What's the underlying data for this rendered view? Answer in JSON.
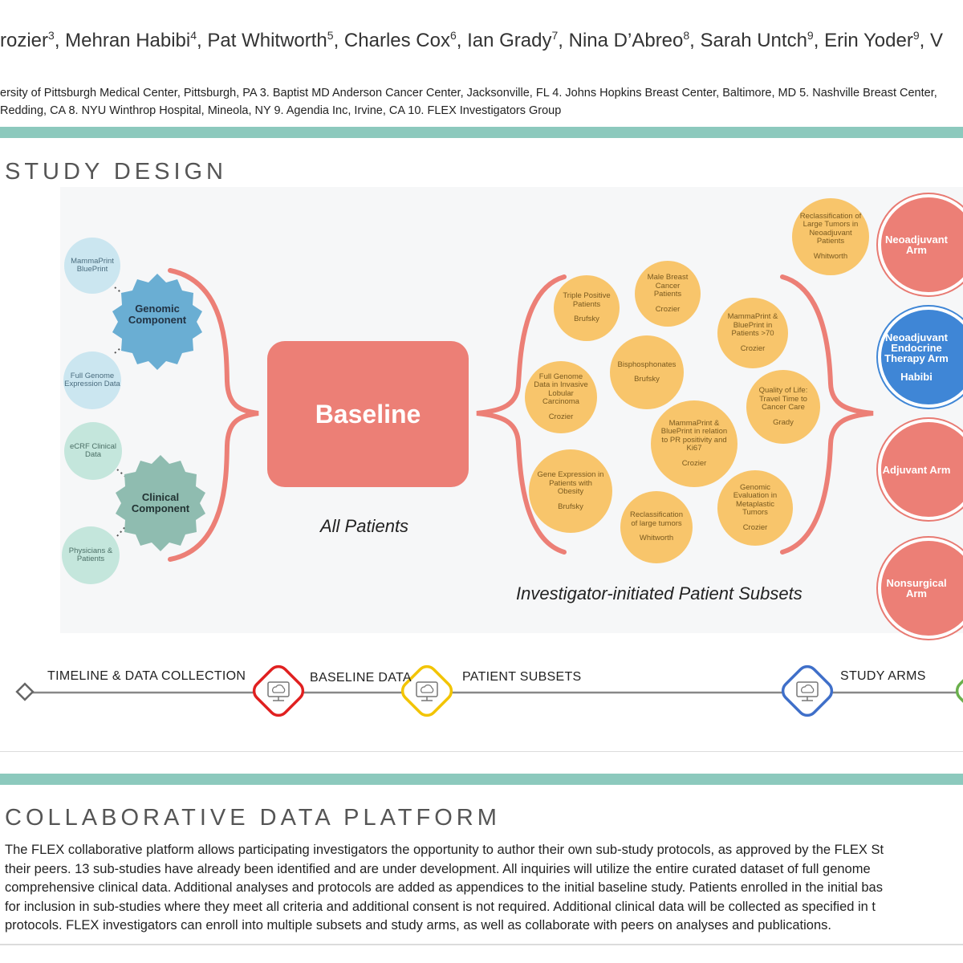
{
  "header": {
    "authors": [
      {
        "name": "rozier",
        "sup": "3"
      },
      {
        "name": "Mehran Habibi",
        "sup": "4"
      },
      {
        "name": "Pat Whitworth",
        "sup": "5"
      },
      {
        "name": "Charles Cox",
        "sup": "6"
      },
      {
        "name": "Ian Grady",
        "sup": "7"
      },
      {
        "name": "Nina D’Abreo",
        "sup": "8"
      },
      {
        "name": "Sarah Untch",
        "sup": "9"
      },
      {
        "name": "Erin Yoder",
        "sup": "9"
      }
    ],
    "authors_tail": "V",
    "affiliation_line1": "ersity of Pittsburgh Medical Center, Pittsburgh, PA 3. Baptist MD Anderson Cancer Center, Jacksonville, FL 4. Johns Hopkins Breast Center, Baltimore, MD 5. Nashville Breast Center,",
    "affiliation_line2": "Redding, CA 8. NYU Winthrop Hospital, Mineola, NY 9. Agendia Inc, Irvine, CA 10. FLEX Investigators Group"
  },
  "study_design": {
    "title": "STUDY DESIGN",
    "genomic_component": "Genomic Component",
    "clinical_component": "Clinical Component",
    "genomic_inputs": [
      "MammaPrint BluePrint",
      "Full Genome Expression Data"
    ],
    "clinical_inputs": [
      "eCRF Clinical Data",
      "Physicians & Patients"
    ],
    "baseline": "Baseline",
    "all_patients": "All Patients",
    "subsets_label": "Investigator-initiated Patient Subsets",
    "subsets": [
      {
        "title": "Triple Positive Patients",
        "investigator": "Brufsky"
      },
      {
        "title": "Male Breast Cancer Patients",
        "investigator": "Crozier"
      },
      {
        "title": "Reclassification of Large Tumors in Neoadjuvant Patients",
        "investigator": "Whitworth"
      },
      {
        "title": "MammaPrint & BluePrint in Patients >70",
        "investigator": "Crozier"
      },
      {
        "title": "Bisphosphonates",
        "investigator": "Brufsky"
      },
      {
        "title": "Full Genome Data in Invasive Lobular Carcinoma",
        "investigator": "Crozier"
      },
      {
        "title": "Quality of Life: Travel Time to Cancer Care",
        "investigator": "Grady"
      },
      {
        "title": "MammaPrint & BluePrint in relation to PR positivity and Ki67",
        "investigator": "Crozier"
      },
      {
        "title": "Gene Expression in Patients with Obesity",
        "investigator": "Brufsky"
      },
      {
        "title": "Genomic Evaluation in Metaplastic Tumors",
        "investigator": "Crozier"
      },
      {
        "title": "Reclassification of large tumors",
        "investigator": "Whitworth"
      }
    ],
    "arms": [
      {
        "title": "Neoadjuvant Arm",
        "investigator": ""
      },
      {
        "title": "Neoadjuvant Endocrine Therapy Arm",
        "investigator": "Habibi"
      },
      {
        "title": "Adjuvant Arm",
        "investigator": ""
      },
      {
        "title": "Nonsurgical Arm",
        "investigator": ""
      }
    ]
  },
  "timeline": {
    "labels": [
      "TIMELINE & DATA COLLECTION",
      "BASELINE DATA",
      "PATIENT SUBSETS",
      "STUDY ARMS"
    ],
    "colors": {
      "red": "#e02020",
      "yellow": "#f2c400",
      "blue": "#3f6fc9",
      "green": "#6ab04c",
      "line": "#888888"
    },
    "icons": [
      "cloud-monitor-icon",
      "cloud-monitor-icon",
      "cloud-monitor-icon"
    ]
  },
  "platform": {
    "title": "COLLABORATIVE DATA PLATFORM",
    "lines": [
      "The FLEX collaborative platform allows participating investigators the opportunity to author their own sub-study protocols, as approved by the FLEX St",
      "their peers. 13 sub-studies have already been identified and are under development. All inquiries will utilize the entire curated dataset of full genome",
      "comprehensive clinical data. Additional analyses and protocols are added as appendices to the initial baseline study. Patients enrolled in the initial bas",
      "for inclusion in sub-studies where they meet all criteria and additional consent is not required. Additional clinical data will be collected as specified in t",
      "protocols. FLEX investigators can enroll into multiple subsets and study arms, as well as collaborate with peers on analyses and publications."
    ]
  },
  "colors": {
    "teal_bar": "#8cc9bd",
    "coral": "#ec7f76",
    "orange": "#f8c56b",
    "blue_arm": "#3f86d6",
    "genomic": "#6aaed3",
    "clinical": "#8fbcb0"
  }
}
